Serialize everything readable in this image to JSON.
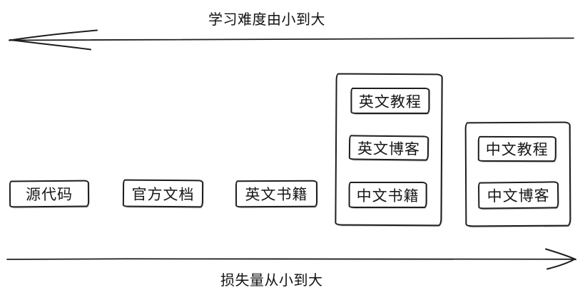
{
  "diagram": {
    "stroke_color": "#1e1e1e",
    "top_axis": {
      "label": "学习难度由小到大",
      "direction": "left"
    },
    "bottom_axis": {
      "label": "损失量从小到大",
      "direction": "right"
    },
    "row_items": [
      {
        "label": "源代码"
      },
      {
        "label": "官方文档"
      },
      {
        "label": "英文书籍"
      }
    ],
    "group_1": {
      "items": [
        {
          "label": "英文教程"
        },
        {
          "label": "英文博客"
        },
        {
          "label": "中文书籍"
        }
      ]
    },
    "group_2": {
      "items": [
        {
          "label": "中文教程"
        },
        {
          "label": "中文博客"
        }
      ]
    }
  }
}
